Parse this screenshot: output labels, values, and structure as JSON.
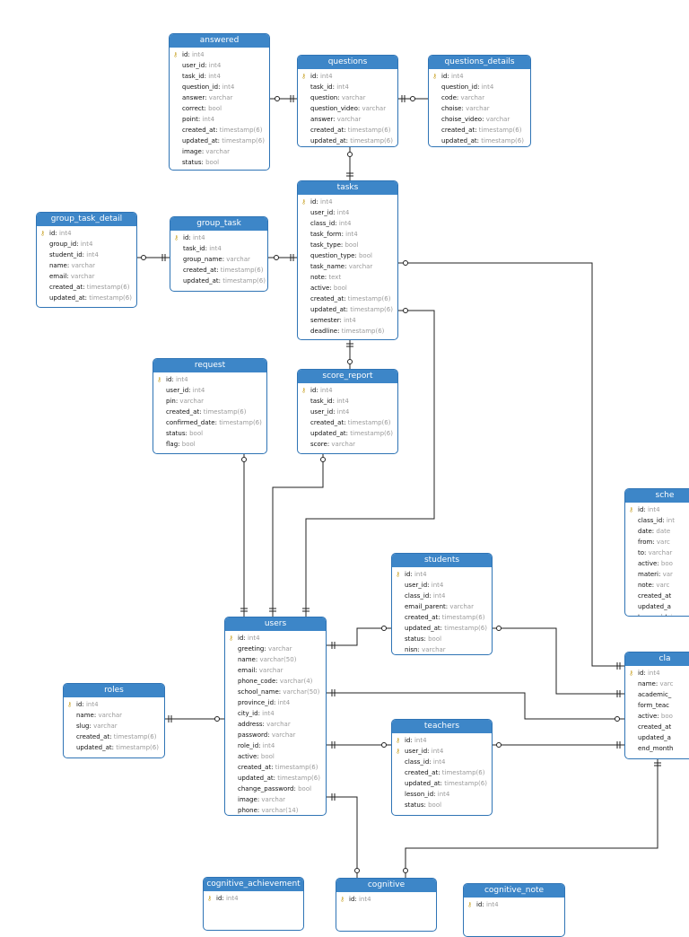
{
  "tables": {
    "answered": {
      "title": "answered",
      "columns": [
        {
          "name": "id",
          "type": "int4",
          "pk": true
        },
        {
          "name": "user_id",
          "type": "int4"
        },
        {
          "name": "task_id",
          "type": "int4"
        },
        {
          "name": "question_id",
          "type": "int4"
        },
        {
          "name": "answer",
          "type": "varchar"
        },
        {
          "name": "correct",
          "type": "bool"
        },
        {
          "name": "point",
          "type": "int4"
        },
        {
          "name": "created_at",
          "type": "timestamp(6)"
        },
        {
          "name": "updated_at",
          "type": "timestamp(6)"
        },
        {
          "name": "image",
          "type": "varchar"
        },
        {
          "name": "status",
          "type": "bool"
        }
      ]
    },
    "questions": {
      "title": "questions",
      "columns": [
        {
          "name": "id",
          "type": "int4",
          "pk": true
        },
        {
          "name": "task_id",
          "type": "int4"
        },
        {
          "name": "question",
          "type": "varchar"
        },
        {
          "name": "question_video",
          "type": "varchar"
        },
        {
          "name": "answer",
          "type": "varchar"
        },
        {
          "name": "created_at",
          "type": "timestamp(6)"
        },
        {
          "name": "updated_at",
          "type": "timestamp(6)"
        }
      ]
    },
    "questions_details": {
      "title": "questions_details",
      "columns": [
        {
          "name": "id",
          "type": "int4",
          "pk": true
        },
        {
          "name": "question_id",
          "type": "int4"
        },
        {
          "name": "code",
          "type": "varchar"
        },
        {
          "name": "choise",
          "type": "varchar"
        },
        {
          "name": "choise_video",
          "type": "varchar"
        },
        {
          "name": "created_at",
          "type": "timestamp(6)"
        },
        {
          "name": "updated_at",
          "type": "timestamp(6)"
        }
      ]
    },
    "group_task_detail": {
      "title": "group_task_detail",
      "columns": [
        {
          "name": "id",
          "type": "int4",
          "pk": true
        },
        {
          "name": "group_id",
          "type": "int4"
        },
        {
          "name": "student_id",
          "type": "int4"
        },
        {
          "name": "name",
          "type": "varchar"
        },
        {
          "name": "email",
          "type": "varchar"
        },
        {
          "name": "created_at",
          "type": "timestamp(6)"
        },
        {
          "name": "updated_at",
          "type": "timestamp(6)"
        }
      ]
    },
    "group_task": {
      "title": "group_task",
      "columns": [
        {
          "name": "id",
          "type": "int4",
          "pk": true
        },
        {
          "name": "task_id",
          "type": "int4"
        },
        {
          "name": "group_name",
          "type": "varchar"
        },
        {
          "name": "created_at",
          "type": "timestamp(6)"
        },
        {
          "name": "updated_at",
          "type": "timestamp(6)"
        }
      ]
    },
    "tasks": {
      "title": "tasks",
      "columns": [
        {
          "name": "id",
          "type": "int4",
          "pk": true
        },
        {
          "name": "user_id",
          "type": "int4"
        },
        {
          "name": "class_id",
          "type": "int4"
        },
        {
          "name": "task_form",
          "type": "int4"
        },
        {
          "name": "task_type",
          "type": "bool"
        },
        {
          "name": "question_type",
          "type": "bool"
        },
        {
          "name": "task_name",
          "type": "varchar"
        },
        {
          "name": "note",
          "type": "text"
        },
        {
          "name": "active",
          "type": "bool"
        },
        {
          "name": "created_at",
          "type": "timestamp(6)"
        },
        {
          "name": "updated_at",
          "type": "timestamp(6)"
        },
        {
          "name": "semester",
          "type": "int4"
        },
        {
          "name": "deadline",
          "type": "timestamp(6)"
        }
      ]
    },
    "request": {
      "title": "request",
      "columns": [
        {
          "name": "id",
          "type": "int4",
          "pk": true
        },
        {
          "name": "user_id",
          "type": "int4"
        },
        {
          "name": "pin",
          "type": "varchar"
        },
        {
          "name": "created_at",
          "type": "timestamp(6)"
        },
        {
          "name": "confirmed_date",
          "type": "timestamp(6)"
        },
        {
          "name": "status",
          "type": "bool"
        },
        {
          "name": "flag",
          "type": "bool"
        }
      ]
    },
    "score_report": {
      "title": "score_report",
      "columns": [
        {
          "name": "id",
          "type": "int4",
          "pk": true
        },
        {
          "name": "task_id",
          "type": "int4"
        },
        {
          "name": "user_id",
          "type": "int4"
        },
        {
          "name": "created_at",
          "type": "timestamp(6)"
        },
        {
          "name": "updated_at",
          "type": "timestamp(6)"
        },
        {
          "name": "score",
          "type": "varchar"
        }
      ]
    },
    "sche": {
      "title": "sche",
      "columns": [
        {
          "name": "id",
          "type": "int4",
          "pk": true
        },
        {
          "name": "class_id",
          "type": "int"
        },
        {
          "name": "date",
          "type": "date"
        },
        {
          "name": "from",
          "type": "varc"
        },
        {
          "name": "to",
          "type": "varchar"
        },
        {
          "name": "active",
          "type": "boo"
        },
        {
          "name": "materi",
          "type": "var"
        },
        {
          "name": "note",
          "type": "varc"
        },
        {
          "name": "created_at",
          "type": ""
        },
        {
          "name": "updated_a",
          "type": ""
        },
        {
          "name": "lesson_id",
          "type": "i"
        }
      ]
    },
    "students": {
      "title": "students",
      "columns": [
        {
          "name": "id",
          "type": "int4",
          "pk": true
        },
        {
          "name": "user_id",
          "type": "int4"
        },
        {
          "name": "class_id",
          "type": "int4"
        },
        {
          "name": "email_parent",
          "type": "varchar"
        },
        {
          "name": "created_at",
          "type": "timestamp(6)"
        },
        {
          "name": "updated_at",
          "type": "timestamp(6)"
        },
        {
          "name": "status",
          "type": "bool"
        },
        {
          "name": "nisn",
          "type": "varchar"
        }
      ]
    },
    "users": {
      "title": "users",
      "columns": [
        {
          "name": "id",
          "type": "int4",
          "pk": true
        },
        {
          "name": "greeting",
          "type": "varchar"
        },
        {
          "name": "name",
          "type": "varchar(50)"
        },
        {
          "name": "email",
          "type": "varchar"
        },
        {
          "name": "phone_code",
          "type": "varchar(4)"
        },
        {
          "name": "school_name",
          "type": "varchar(50)"
        },
        {
          "name": "province_id",
          "type": "int4"
        },
        {
          "name": "city_id",
          "type": "int4"
        },
        {
          "name": "address",
          "type": "varchar"
        },
        {
          "name": "password",
          "type": "varchar"
        },
        {
          "name": "role_id",
          "type": "int4"
        },
        {
          "name": "active",
          "type": "bool"
        },
        {
          "name": "created_at",
          "type": "timestamp(6)"
        },
        {
          "name": "updated_at",
          "type": "timestamp(6)"
        },
        {
          "name": "change_password",
          "type": "bool"
        },
        {
          "name": "image",
          "type": "varchar"
        },
        {
          "name": "phone",
          "type": "varchar(14)"
        }
      ]
    },
    "cla": {
      "title": "cla",
      "columns": [
        {
          "name": "id",
          "type": "int4",
          "pk": true
        },
        {
          "name": "name",
          "type": "varc"
        },
        {
          "name": "academic_",
          "type": ""
        },
        {
          "name": "form_teac",
          "type": ""
        },
        {
          "name": "active",
          "type": "boo"
        },
        {
          "name": "created_at",
          "type": ""
        },
        {
          "name": "updated_a",
          "type": ""
        },
        {
          "name": "end_month",
          "type": ""
        }
      ]
    },
    "roles": {
      "title": "roles",
      "columns": [
        {
          "name": "id",
          "type": "int4",
          "pk": true
        },
        {
          "name": "name",
          "type": "varchar"
        },
        {
          "name": "slug",
          "type": "varchar"
        },
        {
          "name": "created_at",
          "type": "timestamp(6)"
        },
        {
          "name": "updated_at",
          "type": "timestamp(6)"
        }
      ]
    },
    "teachers": {
      "title": "teachers",
      "columns": [
        {
          "name": "id",
          "type": "int4",
          "pk": true
        },
        {
          "name": "user_id",
          "type": "int4",
          "pk": true
        },
        {
          "name": "class_id",
          "type": "int4"
        },
        {
          "name": "created_at",
          "type": "timestamp(6)"
        },
        {
          "name": "updated_at",
          "type": "timestamp(6)"
        },
        {
          "name": "lesson_id",
          "type": "int4"
        },
        {
          "name": "status",
          "type": "bool"
        }
      ]
    },
    "cognitive_achievement": {
      "title": "cognitive_achievement",
      "columns": [
        {
          "name": "id",
          "type": "int4",
          "pk": true
        }
      ]
    },
    "cognitive": {
      "title": "cognitive",
      "columns": [
        {
          "name": "id",
          "type": "int4",
          "pk": true
        }
      ]
    },
    "cognitive_note": {
      "title": "cognitive_note",
      "columns": [
        {
          "name": "id",
          "type": "int4",
          "pk": true
        }
      ]
    }
  },
  "colors": {
    "header": "#3d86c8",
    "border": "#2f74b5",
    "line": "#222222",
    "type_text": "#9a9a9a",
    "key": "#c9a227"
  },
  "icons": {
    "primary_key": "key-icon"
  }
}
